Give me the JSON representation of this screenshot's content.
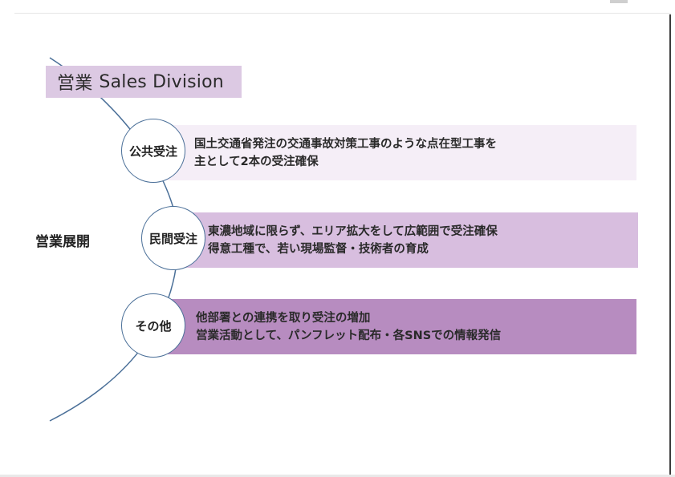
{
  "title": {
    "japanese": "営業",
    "english": "Sales Division"
  },
  "side_label": "営業展開",
  "items": [
    {
      "label": "公共受注",
      "lines": [
        "国土交通省発注の交通事故対策工事のような点在型工事を",
        "主として2本の受注確保"
      ]
    },
    {
      "label": "民間受注",
      "lines": [
        "東濃地域に限らず、エリア拡大をして広範囲で受注確保",
        "得意工種で、若い現場監督・技術者の育成"
      ]
    },
    {
      "label": "その他",
      "lines": [
        "他部署との連携を取り受注の増加",
        "営業活動として、パンフレット配布・各SNSでの情報発信"
      ]
    }
  ],
  "colors": {
    "title_bg": "#dcc9e3",
    "band_1": "#f5eef7",
    "band_2": "#d8bedf",
    "band_3": "#b78cc0",
    "arc_line": "#4a6f98"
  }
}
